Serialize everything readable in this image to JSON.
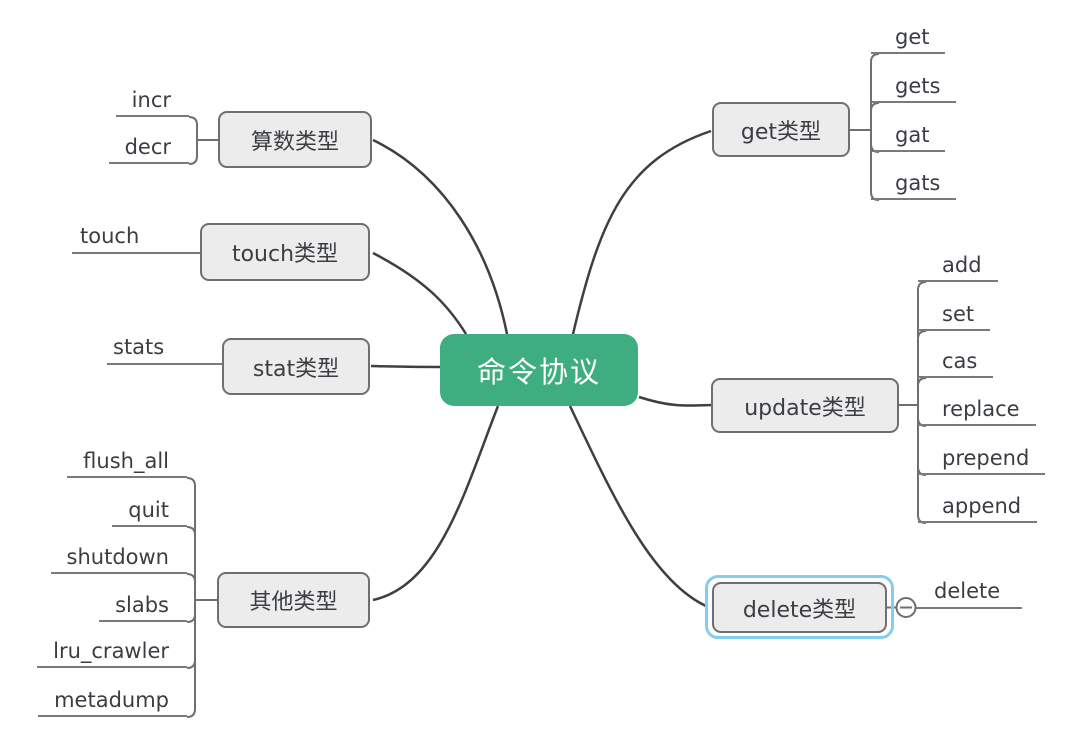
{
  "root": {
    "label": "命令协议"
  },
  "branches": [
    {
      "label": "算数类型",
      "side": "left",
      "children": [
        "incr",
        "decr"
      ]
    },
    {
      "label": "touch类型",
      "side": "left",
      "children": [
        "touch"
      ]
    },
    {
      "label": "stat类型",
      "side": "left",
      "children": [
        "stats"
      ]
    },
    {
      "label": "其他类型",
      "side": "left",
      "children": [
        "flush_all",
        "quit",
        "shutdown",
        "slabs",
        "lru_crawler",
        "metadump"
      ]
    },
    {
      "label": "get类型",
      "side": "right",
      "children": [
        "get",
        "gets",
        "gat",
        "gats"
      ]
    },
    {
      "label": "update类型",
      "side": "right",
      "children": [
        "add",
        "set",
        "cas",
        "replace",
        "prepend",
        "append"
      ]
    },
    {
      "label": "delete类型",
      "side": "right",
      "selected": true,
      "collapse_icon": "minus-circle-icon",
      "children": [
        "delete"
      ]
    }
  ],
  "colors": {
    "root_background": "#3EAE81",
    "root_text": "#ffffff",
    "node_fill": "#ECECEC",
    "node_border": "#6F6F6F",
    "node_text": "#3A3E43",
    "connector": "#3F3F3F",
    "child_line": "#7A7A7A",
    "selection_highlight": "#85CCF1"
  }
}
